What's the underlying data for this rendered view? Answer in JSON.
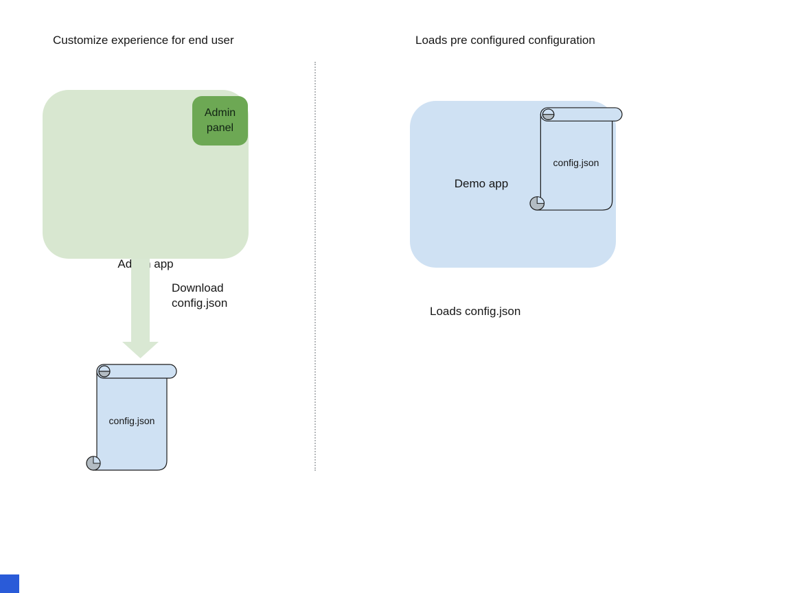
{
  "left": {
    "title": "Customize experience for end user",
    "admin_app_label": "Admin app",
    "admin_panel_label": "Admin panel",
    "download_caption": "Download config.json",
    "scroll_label": "config.json"
  },
  "right": {
    "title": "Loads pre configured configuration",
    "demo_app_label": "Demo app",
    "scroll_label": "config.json",
    "caption": "Loads config.json"
  },
  "colors": {
    "admin_app_fill": "#d8e7d0",
    "admin_panel_fill": "#6da854",
    "arrow_fill": "#d9e8d3",
    "blue_fill": "#cfe1f3",
    "scroll_stroke": "#1a1a1a",
    "curl_gray": "#b3bcc3",
    "divider": "#b4b7ba",
    "text": "#161616",
    "corner_square": "#2a5bd8"
  }
}
